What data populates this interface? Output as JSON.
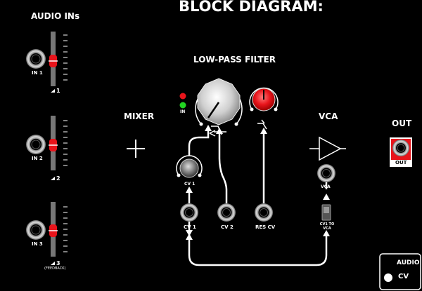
{
  "title": "BLOCK DIAGRAM:",
  "audio_ins": {
    "heading": "AUDIO INs",
    "inputs": [
      {
        "jack_label": "IN 1",
        "fader_label": "1",
        "fader_level": 0.55
      },
      {
        "jack_label": "IN 2",
        "fader_label": "2",
        "fader_level": 0.55
      },
      {
        "jack_label": "IN 3",
        "fader_label": "3",
        "fader_level": 0.55,
        "note": "(FEEDBACK)"
      }
    ]
  },
  "mixer": {
    "label": "MIXER",
    "symbol": "+"
  },
  "filter": {
    "title": "LOW-PASS FILTER",
    "in_label": "IN",
    "cv1_knob_label": "CV 1",
    "jacks": {
      "cv1": "CV 1",
      "cv2": "CV 2",
      "res_cv": "RES CV"
    }
  },
  "vca": {
    "label": "VCA",
    "jack_label": "VCA",
    "switch_label": "CV1 TO VCA"
  },
  "out": {
    "label": "OUT",
    "jack_label": "OUT"
  },
  "legend": {
    "audio": "AUDIO",
    "cv": "CV"
  },
  "colors": {
    "background": "#000000",
    "accent_red": "#e8141b",
    "led_green": "#22d322"
  }
}
